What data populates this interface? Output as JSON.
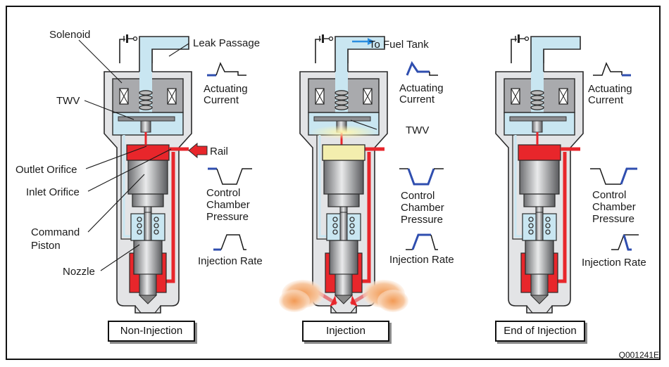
{
  "figure_code": "Q001241E",
  "colors": {
    "fuel_high_pressure": "#e8262b",
    "fuel_low_pressure": "#c9e6f1",
    "released_pressure": "#f3eeae",
    "body": "#e3e4e6",
    "solenoid": "#a9aaad",
    "waveform_active": "#2f4eaf",
    "waveform_inactive": "#1a1a1a",
    "flow_arrow": "#2a8de0",
    "spray": "#f2a266"
  },
  "part_labels": {
    "solenoid": "Solenoid",
    "leak_passage": "Leak Passage",
    "twv": "TWV",
    "rail": "Rail",
    "outlet_orifice": "Outlet Orifice",
    "inlet_orifice": "Inlet Orifice",
    "command_piston_line1": "Command",
    "command_piston_line2": "Piston",
    "nozzle": "Nozzle",
    "to_fuel_tank": "To Fuel Tank"
  },
  "waveforms": {
    "actuating_current": [
      "Actuating",
      "Current"
    ],
    "control_chamber_pressure": [
      "Control",
      "Chamber",
      "Pressure"
    ],
    "injection_rate": "Injection Rate"
  },
  "states": [
    {
      "label": "Non-Injection",
      "highlighted_phase": "before"
    },
    {
      "label": "Injection",
      "highlighted_phase": "during"
    },
    {
      "label": "End of Injection",
      "highlighted_phase": "after"
    }
  ]
}
